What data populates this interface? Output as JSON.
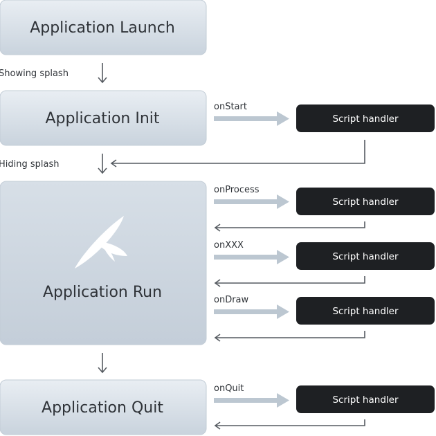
{
  "stages": {
    "launch": "Application Launch",
    "init": "Application Init",
    "run": "Application Run",
    "quit": "Application Quit"
  },
  "transitions": {
    "showing_splash": "Showing splash",
    "hiding_splash": "Hiding splash"
  },
  "events": {
    "on_start": "onStart",
    "on_process": "onProcess",
    "on_xxx": "onXXX",
    "on_draw": "onDraw",
    "on_quit": "onQuit"
  },
  "handlers": {
    "start": "Script handler",
    "process": "Script handler",
    "xxx": "Script handler",
    "draw": "Script handler",
    "quit": "Script handler"
  },
  "logo_icon": "leaf-logo-icon",
  "colors": {
    "stage_top": "#e9eef3",
    "stage_bottom": "#c9d3dd",
    "handler_bg": "#1e2023",
    "event_arrow": "#bcc7d1",
    "return_line": "#555a60"
  }
}
